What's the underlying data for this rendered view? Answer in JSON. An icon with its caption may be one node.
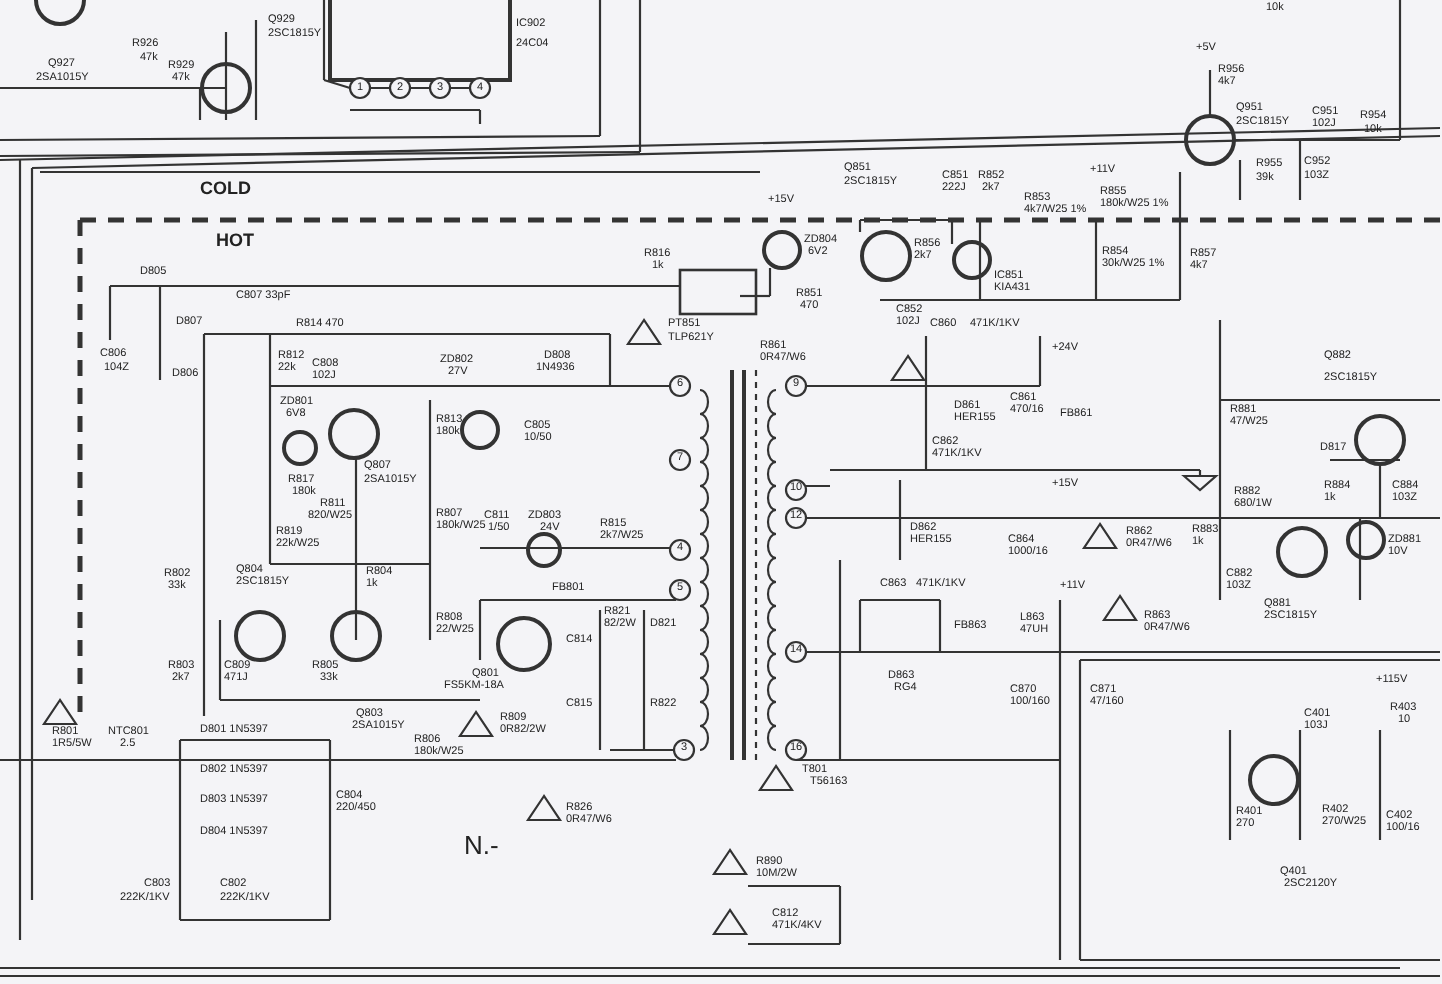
{
  "diagram": {
    "labels": [
      "10k",
      "Q929",
      "IC902",
      "2SC1815Y",
      "R926",
      "24C04",
      "+5V",
      "47k",
      "Q927",
      "R929",
      "R956",
      "2SA1015Y",
      "47k",
      "4k7",
      "1",
      "2",
      "3",
      "4",
      "Q951",
      "C951",
      "R954",
      "2SC1815Y",
      "102J",
      "10k",
      "Q851",
      "+11V",
      "R955",
      "C952",
      "2SC1815Y",
      "C851",
      "R852",
      "39k",
      "103Z",
      "COLD",
      "222J",
      "2k7",
      "R855",
      "+15V",
      "R853",
      "180k/W25 1%",
      "4k7/W25 1%",
      "HOT",
      "ZD804",
      "R856",
      "R816",
      "6V2",
      "2k7",
      "R854",
      "R857",
      "1k",
      "30k/W25 1%",
      "4k7",
      "D805",
      "IC851",
      "KIA431",
      "C807 33pF",
      "R851",
      "470",
      "C852",
      "D807",
      "R814 470",
      "PT851",
      "102J",
      "C860",
      "471K/1KV",
      "TLP621Y",
      "R861",
      "+24V",
      "C806",
      "R812",
      "D808",
      "0R47/W6",
      "Q882",
      "C808",
      "ZD802",
      "104Z",
      "22k",
      "1N4936",
      "D806",
      "102J",
      "27V",
      "2SC1815Y",
      "6",
      "9",
      "ZD801",
      "C861",
      "D861",
      "470/16",
      "R881",
      "6V8",
      "FB861",
      "R813",
      "C805",
      "HER155",
      "47/W25",
      "180k",
      "10/50",
      "C862",
      "7",
      "471K/1KV",
      "D817",
      "Q807",
      "R817",
      "2SA1015Y",
      "180k",
      "10",
      "+15V",
      "R882",
      "R884",
      "C884",
      "R811",
      "680/1W",
      "1k",
      "103Z",
      "820/W25",
      "R807",
      "C811",
      "ZD803",
      "12",
      "R819",
      "180k/W25",
      "1/50",
      "24V",
      "R815",
      "D862",
      "R862",
      "R883",
      "22k/W25",
      "2k7/W25",
      "HER155",
      "C864",
      "0R47/W6",
      "1k",
      "ZD881",
      "4",
      "1000/16",
      "10V",
      "R802",
      "Q804",
      "R804",
      "C882",
      "33k",
      "2SC1815Y",
      "1k",
      "FB801",
      "5",
      "C863",
      "471K/1KV",
      "+11V",
      "103Z",
      "Q881",
      "R808",
      "R821",
      "L863",
      "R863",
      "2SC1815Y",
      "22/W25",
      "82/2W",
      "D821",
      "FB863",
      "47UH",
      "0R47/W6",
      "C814",
      "14",
      "R803",
      "C809",
      "R805",
      "2k7",
      "471J",
      "33k",
      "Q801",
      "D863",
      "+115V",
      "FS5KM-18A",
      "RG4",
      "C870",
      "C871",
      "C815",
      "R822",
      "100/160",
      "47/160",
      "R403",
      "Q803",
      "C401",
      "R809",
      "10",
      "R801",
      "NTC801",
      "D801 1N5397",
      "2SA1015Y",
      "0R82/2W",
      "103J",
      "1R5/5W",
      "2.5",
      "R806",
      "3",
      "16",
      "180k/W25",
      "D802 1N5397",
      "T801",
      "T56163",
      "D803 1N5397",
      "C804",
      "220/450",
      "R826",
      "R401",
      "R402",
      "C402",
      "0R47/W6",
      "270",
      "270/W25",
      "100/16",
      "D804 1N5397",
      "N.-",
      "R890",
      "10M/2W",
      "Q401",
      "C803",
      "C802",
      "2SC2120Y",
      "222K/1KV",
      "222K/1KV",
      "C812",
      "471K/4KV"
    ]
  }
}
